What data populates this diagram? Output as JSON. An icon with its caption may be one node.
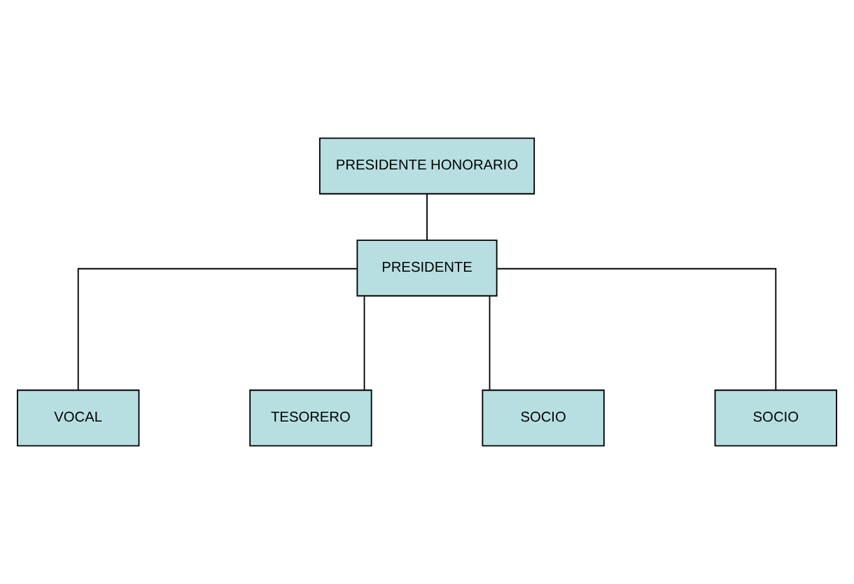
{
  "diagram": {
    "nodes": [
      {
        "text": [
          "PRESIDENTE HONORARIO"
        ]
      },
      {
        "text": [
          "PRESIDENTE"
        ]
      },
      {
        "text": [
          "VOCAL"
        ]
      },
      {
        "text": [
          "TESORERO"
        ]
      },
      {
        "text": [
          "SOCIO"
        ]
      },
      {
        "text": [
          "SOCIO"
        ]
      }
    ],
    "edges": [
      {
        "from": 0,
        "to": 1,
        "arrow": "none"
      },
      {
        "from": 1,
        "to": 2,
        "arrow": "none"
      },
      {
        "from": 1,
        "to": 3,
        "arrow": "none"
      },
      {
        "from": 1,
        "to": 4,
        "arrow": "none"
      },
      {
        "from": 1,
        "to": 5,
        "arrow": "none"
      }
    ]
  }
}
